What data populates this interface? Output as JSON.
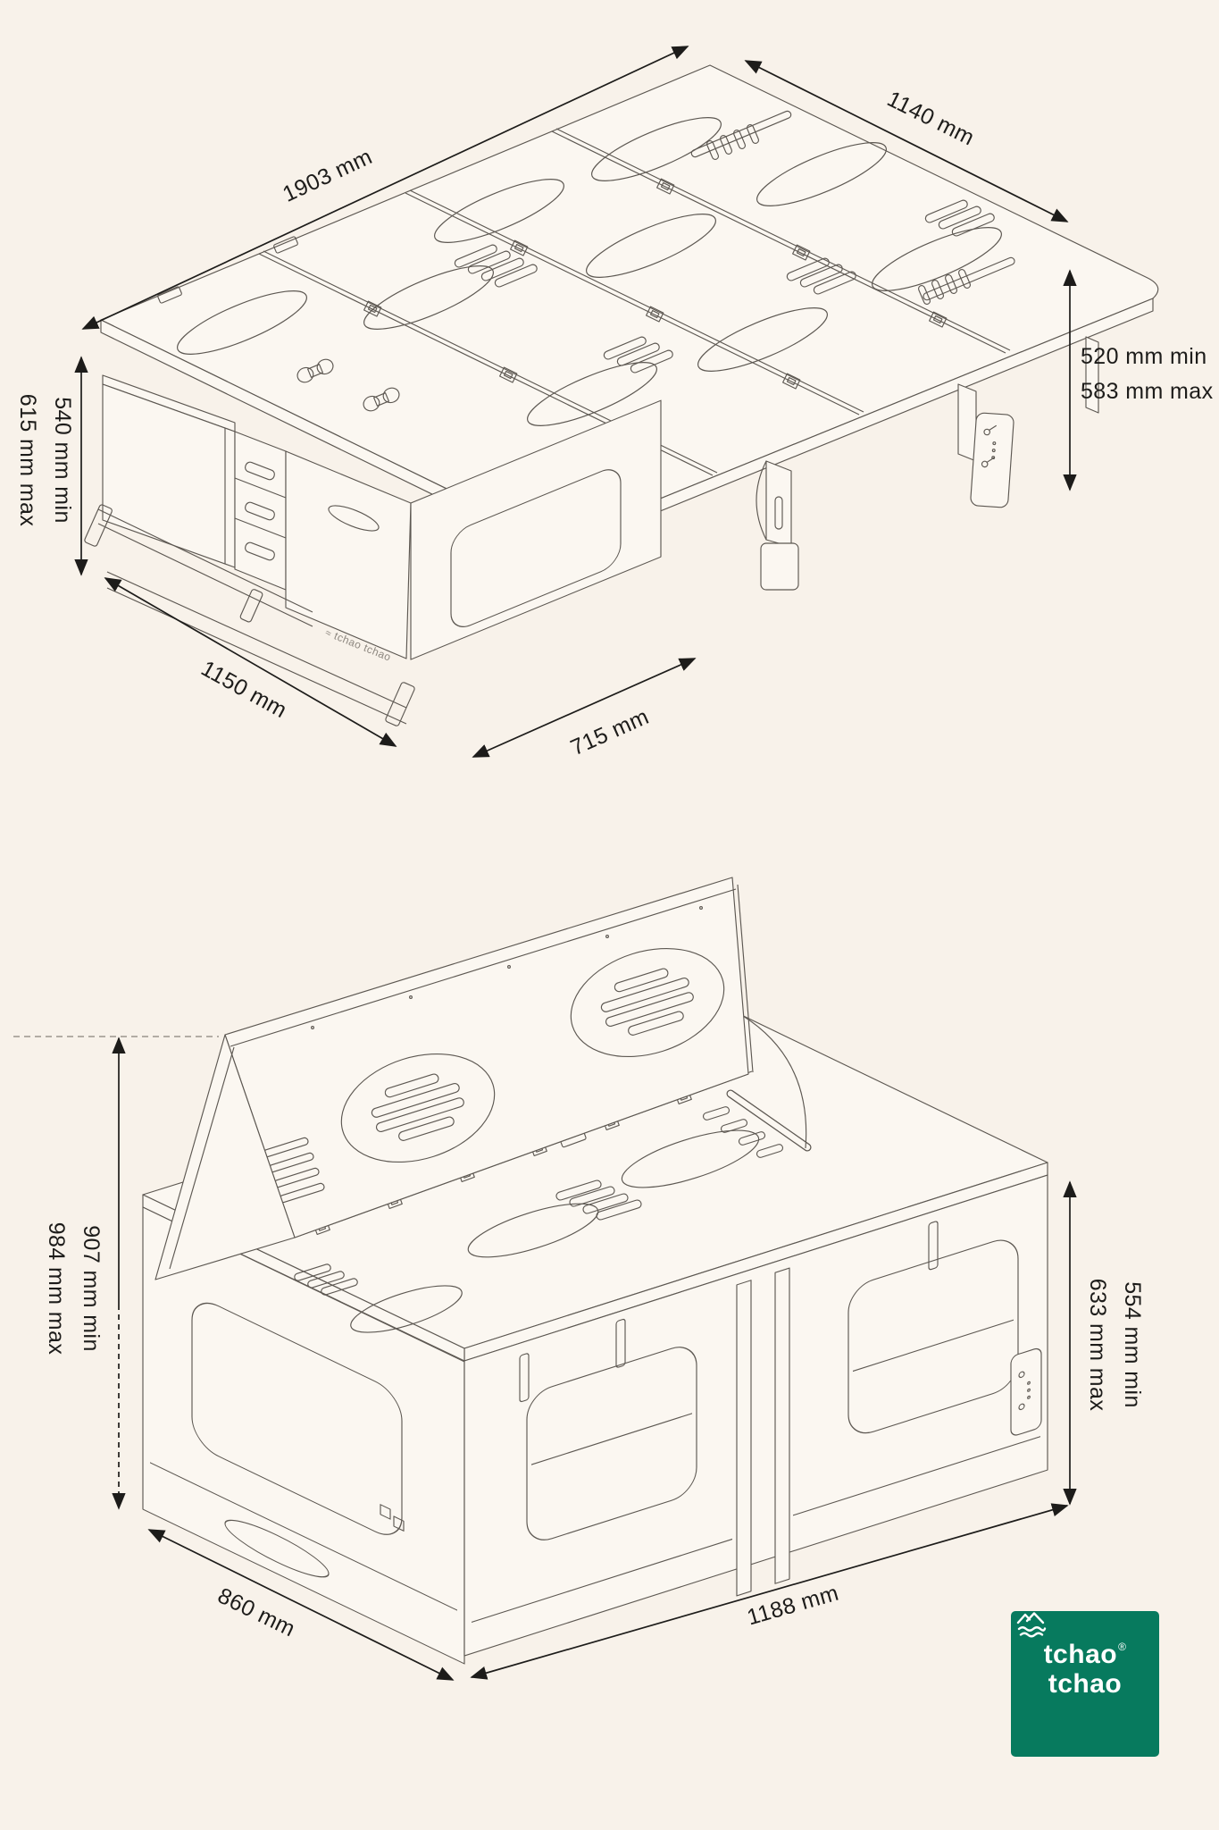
{
  "meta": {
    "background_color": "#f8f2ea",
    "drawing_line_color": "#5d5852",
    "dimension_color": "#1d1c1a",
    "logo_green": "#077a5e"
  },
  "top_drawing": {
    "name": "bed-configuration-technical-drawing",
    "length": "1903 mm",
    "width": "1140 mm",
    "height_right_min": "520 mm min",
    "height_right_max": "583 mm max",
    "height_left_min": "540 mm min",
    "height_left_max": "615 mm max",
    "base_length": "1150 mm",
    "base_depth": "715 mm",
    "watermark": "tchao tchao"
  },
  "bottom_drawing": {
    "name": "bench-configuration-technical-drawing",
    "height_left_min": "907 mm min",
    "height_left_max": "984 mm max",
    "height_right_min": "554 mm min",
    "height_right_max": "633 mm max",
    "base_depth": "860 mm",
    "base_length": "1188 mm"
  },
  "logo": {
    "brand_top": "tchao",
    "brand_bottom": "tchao",
    "registered": "®"
  }
}
